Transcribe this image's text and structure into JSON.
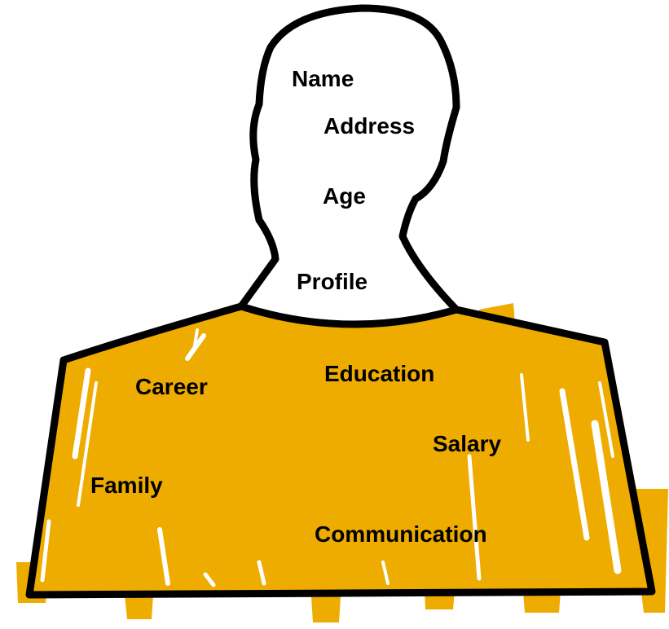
{
  "colors": {
    "fill": "#EFAC00",
    "outline": "#000000",
    "background": "#FFFFFF"
  },
  "head_labels": {
    "name": "Name",
    "address": "Address",
    "age": "Age",
    "profile": "Profile"
  },
  "body_labels": {
    "career": "Career",
    "education": "Education",
    "salary": "Salary",
    "family": "Family",
    "communication": "Communication"
  }
}
